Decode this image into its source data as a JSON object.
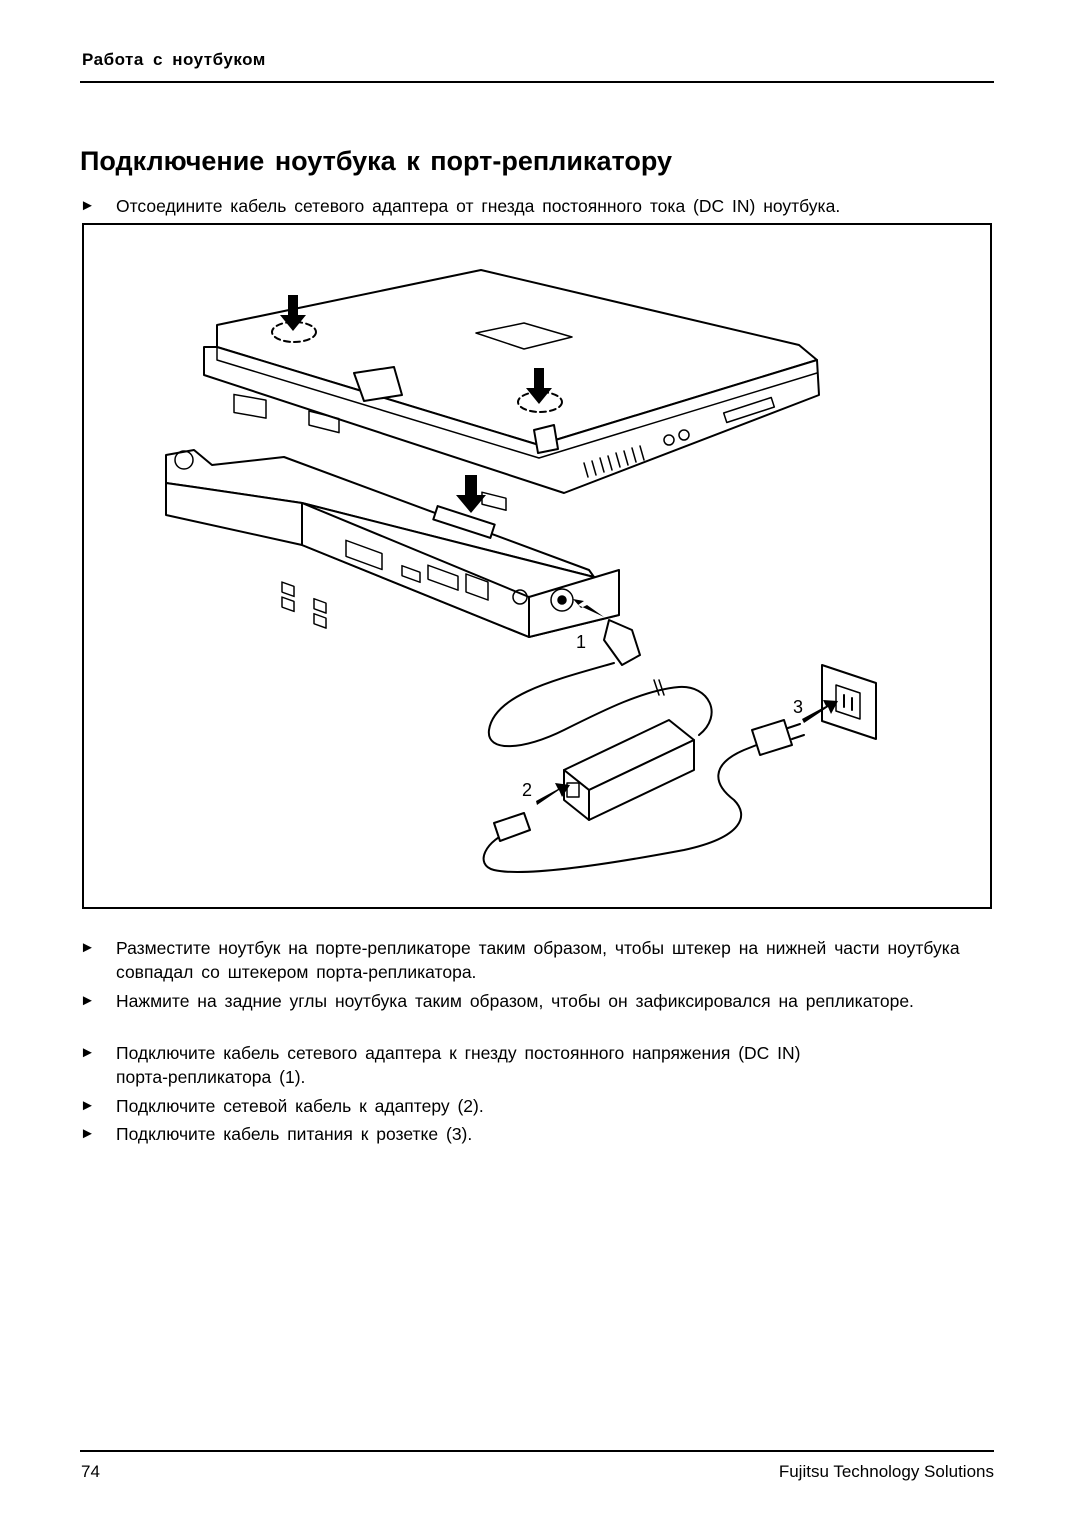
{
  "header": {
    "section": "Работа с ноутбуком"
  },
  "title": "Подключение ноутбука к порт-репликатору",
  "bullet_glyph": "►",
  "steps_before": [
    "Отсоедините кабель сетевого адаптера от гнезда постоянного тока (DC IN) ноутбука."
  ],
  "figure": {
    "callouts": [
      "1",
      "2",
      "3"
    ]
  },
  "steps_after": [
    "Разместите ноутбук на порте-репликаторе таким образом, чтобы штекер на нижней части ноутбука совпадал со штекером порта-репликатора.",
    "Нажмите на задние углы ноутбука таким образом, чтобы он зафиксировался на репликаторе.",
    "Подключите кабель сетевого адаптера к гнезду постоянного напряжения (DC IN) порта-репликатора (1).",
    "Подключите сетевой кабель к адаптеру (2).",
    "Подключите кабель питания к розетке (3)."
  ],
  "footer": {
    "page_number": "74",
    "company": "Fujitsu Technology Solutions"
  }
}
